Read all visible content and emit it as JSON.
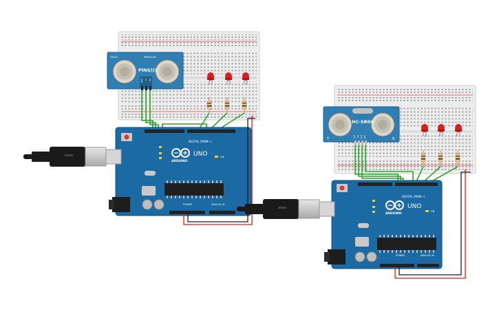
{
  "circuits": [
    {
      "sensor_brand_label": "PARALLAX",
      "sensor_model_label": "PING)))",
      "sensor_revision_label": "28015",
      "sensor_pin_labels": [
        "GND",
        "5V",
        "SIG"
      ],
      "board_model_label": "UNO",
      "board_brand_label": "ARDUINO",
      "board_on_label": "ON",
      "board_header_top_label": "DIGITAL (PWM~)",
      "board_power_label": "POWER",
      "board_analog_label": "ANALOG IN",
      "led_color": "#d81e1e"
    },
    {
      "sensor_brand_label": "",
      "sensor_model_label": "HC-SR04",
      "sensor_revision_label": "",
      "sensor_pin_labels": [
        "VCC",
        "Trig",
        "Echo",
        "GND"
      ],
      "sensor_tr_labels": [
        "T",
        "R"
      ],
      "board_model_label": "UNO",
      "board_brand_label": "ARDUINO",
      "board_on_label": "ON",
      "board_header_top_label": "DIGITAL (PWM~)",
      "board_power_label": "POWER",
      "board_analog_label": "ANALOG IN",
      "led_color": "#d81e1e"
    }
  ],
  "colors": {
    "board_blue": "#1c6aa3",
    "board_dark": "#15578a",
    "breadboard": "#eeeeee",
    "wire_green": "#2aa22a",
    "wire_red": "#e01a1a",
    "wire_black": "#1a1a1a",
    "sensor_blue": "#2f7fb2",
    "cable_black": "#1a1a1a",
    "usb_silver": "#c9c9c9"
  },
  "icons": [
    "usb-cable-icon",
    "arduino-infinity-logo-icon"
  ]
}
